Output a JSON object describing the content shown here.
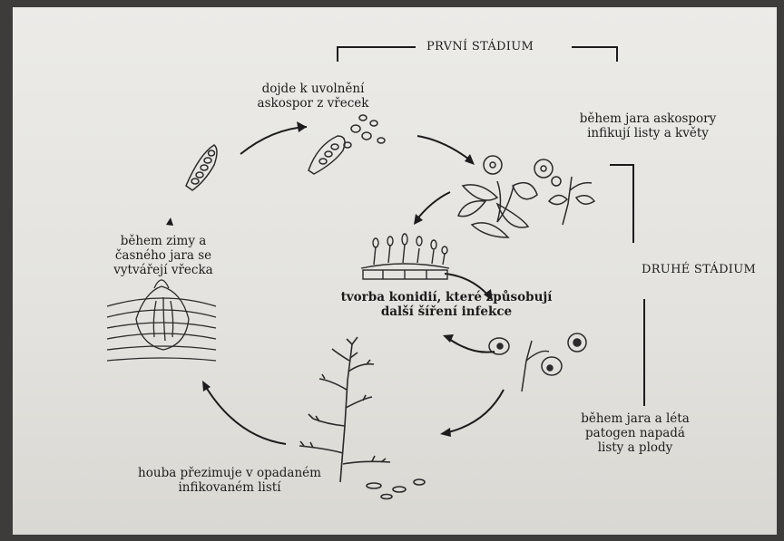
{
  "stages": {
    "first": "PRVNÍ STÁDIUM",
    "second": "DRUHÉ STÁDIUM"
  },
  "steps": {
    "ascospore_release": [
      "dojde k uvolnění",
      "askospor z vřecek"
    ],
    "spring_infection": [
      "během jara askospory",
      "infikují listy a květy"
    ],
    "asci_formation": [
      "během zimy a",
      "časného jara se",
      "vytvářejí vřecka"
    ],
    "conidia_spread": [
      "tvorba konidií, které způsobují",
      "další šíření infekce"
    ],
    "summer_infection": [
      "během jara a léta",
      "patogen napadá",
      "listy a plody"
    ],
    "overwintering": [
      "houba přezimuje v opadaném",
      "infikovaném listí"
    ]
  }
}
